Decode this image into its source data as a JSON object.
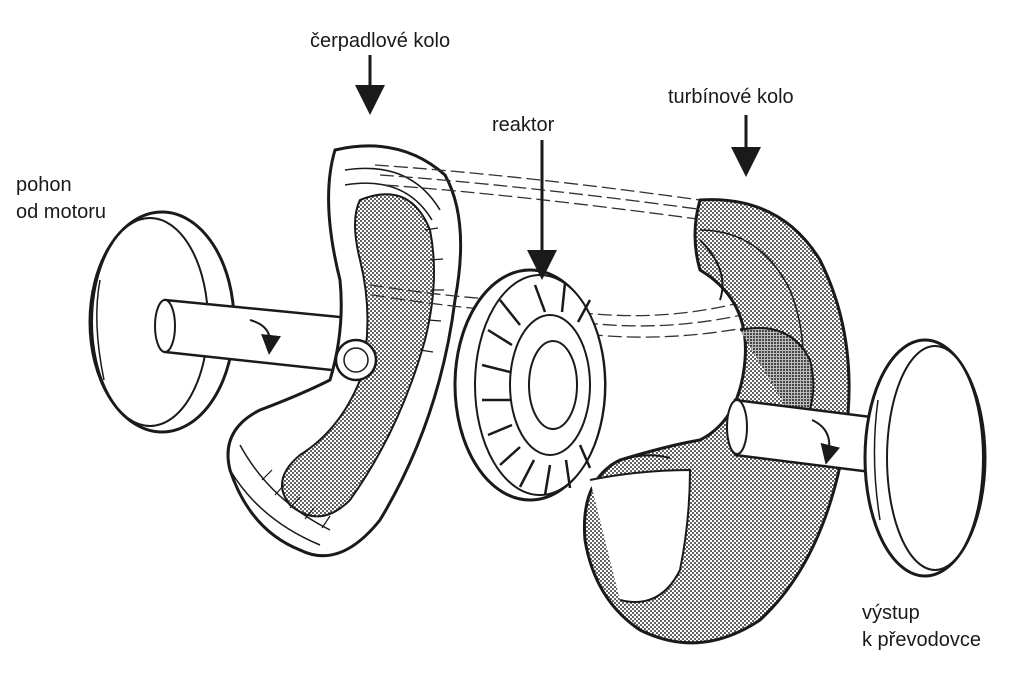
{
  "labels": {
    "drive": {
      "line1": "pohon",
      "line2": "od motoru"
    },
    "pump_wheel": "čerpadlové kolo",
    "reactor": "reaktor",
    "turbine_wheel": "turbínové kolo",
    "output": {
      "line1": "výstup",
      "line2": "k převodovce"
    }
  },
  "colors": {
    "ink": "#1a1a1a",
    "shade": "#8a8a8a",
    "paper": "#ffffff"
  }
}
